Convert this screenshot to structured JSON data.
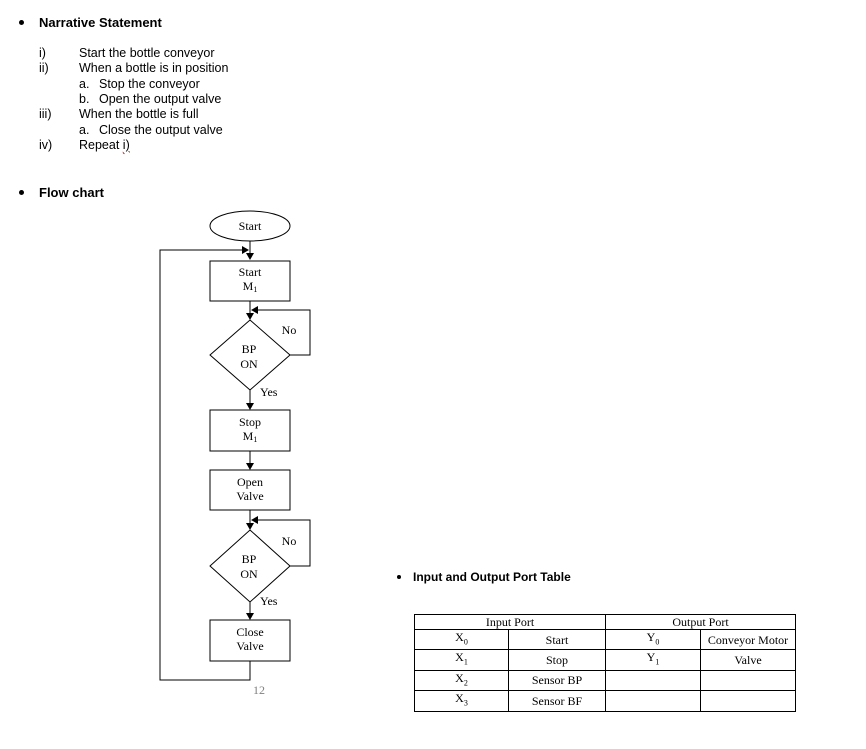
{
  "narrative": {
    "heading": "Narrative Statement",
    "steps": [
      {
        "num": "i)",
        "text": "Start the bottle conveyor"
      },
      {
        "num": "ii)",
        "text": "When a bottle is in position"
      },
      {
        "sub": "a.",
        "text": "Stop the conveyor"
      },
      {
        "sub": "b.",
        "text": "Open the output valve"
      },
      {
        "num": "iii)",
        "text": "When the bottle is full"
      },
      {
        "sub": "a.",
        "text": "Close the output valve"
      },
      {
        "num": "iv)",
        "text": "Repeat",
        "ref": "i)"
      }
    ]
  },
  "flowchart": {
    "heading": "Flow chart",
    "start": "Start",
    "box1": {
      "line1": "Start",
      "line2": "M",
      "sub": "1"
    },
    "decision1": {
      "line1": "BP",
      "line2": "ON",
      "no": "No",
      "yes": "Yes"
    },
    "box2": {
      "line1": "Stop",
      "line2": "M",
      "sub": "1"
    },
    "box3": {
      "line1": "Open",
      "line2": "Valve"
    },
    "decision2": {
      "line1": "BP",
      "line2": "ON",
      "no": "No",
      "yes": "Yes"
    },
    "box4": {
      "line1": "Close",
      "line2": "Valve"
    }
  },
  "page_number": "12",
  "io_table": {
    "heading": "Input and Output Port Table",
    "input_header": "Input Port",
    "output_header": "Output Port",
    "rows": [
      {
        "in_port": "X",
        "in_sub": "0",
        "in_name": "Start",
        "out_port": "Y",
        "out_sub": "0",
        "out_name": "Conveyor Motor"
      },
      {
        "in_port": "X",
        "in_sub": "1",
        "in_name": "Stop",
        "out_port": "Y",
        "out_sub": "1",
        "out_name": "Valve"
      },
      {
        "in_port": "X",
        "in_sub": "2",
        "in_name": "Sensor BP",
        "out_port": "",
        "out_sub": "",
        "out_name": ""
      },
      {
        "in_port": "X",
        "in_sub": "3",
        "in_name": "Sensor BF",
        "out_port": "",
        "out_sub": "",
        "out_name": ""
      }
    ]
  }
}
